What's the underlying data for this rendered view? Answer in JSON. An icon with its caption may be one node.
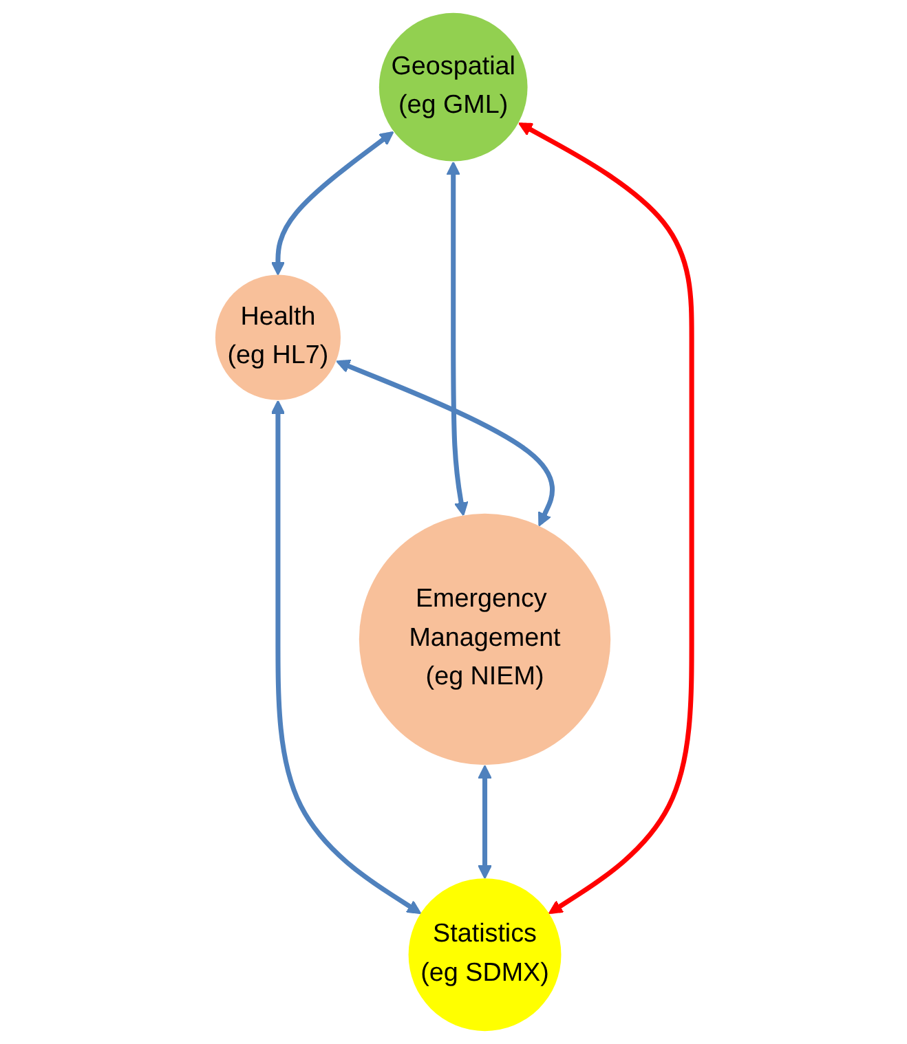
{
  "diagram": {
    "nodes": [
      {
        "text": [
          "Geospatial",
          "(eg GML)"
        ]
      },
      {
        "text": [
          "Health",
          "(eg HL7)"
        ]
      },
      {
        "text": [
          "Emergency Management",
          "(eg NIEM)"
        ]
      },
      {
        "text": [
          "Statistics",
          "(eg SDMX)"
        ]
      }
    ],
    "edges": [
      {
        "from": 0,
        "to": 1,
        "arrow": "both"
      },
      {
        "from": 0,
        "to": 2,
        "arrow": "both"
      },
      {
        "from": 1,
        "to": 2,
        "arrow": "both"
      },
      {
        "from": 1,
        "to": 3,
        "arrow": "both"
      },
      {
        "from": 2,
        "to": 3,
        "arrow": "both"
      },
      {
        "from": 0,
        "to": 3,
        "arrow": "both",
        "color": "#ff0000"
      }
    ]
  }
}
